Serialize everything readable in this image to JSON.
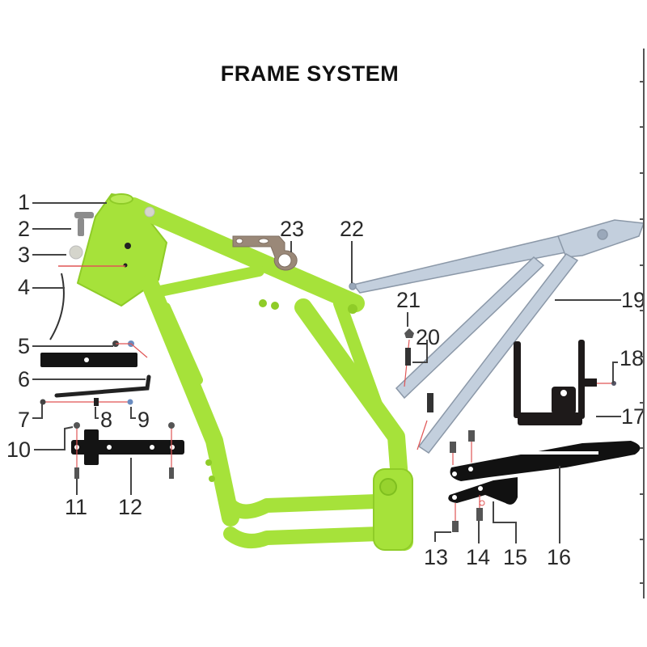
{
  "title": "FRAME SYSTEM",
  "colors": {
    "frame_green": "#a6e23a",
    "frame_green_dark": "#7fbf1f",
    "subframe_silver": "#b9c6d6",
    "subframe_dark": "#8b98a8",
    "bracket_black": "#141414",
    "bracket_bronze": "#9a8878",
    "leader_line": "#444444",
    "assembly_line": "#e05555"
  },
  "callouts": [
    {
      "id": "1",
      "label": "1",
      "part": "main-frame"
    },
    {
      "id": "2",
      "label": "2",
      "part": "steering-lock-bracket"
    },
    {
      "id": "3",
      "label": "3",
      "part": "rubber-cap"
    },
    {
      "id": "4",
      "label": "4",
      "part": "wire-clip"
    },
    {
      "id": "5",
      "label": "5",
      "part": "footrest-plate"
    },
    {
      "id": "6",
      "label": "6",
      "part": "rod"
    },
    {
      "id": "7",
      "label": "7",
      "part": "bolt"
    },
    {
      "id": "8",
      "label": "8",
      "part": "spacer"
    },
    {
      "id": "9",
      "label": "9",
      "part": "nut"
    },
    {
      "id": "10",
      "label": "10",
      "part": "nut"
    },
    {
      "id": "11",
      "label": "11",
      "part": "bolt"
    },
    {
      "id": "12",
      "label": "12",
      "part": "bracket-plate"
    },
    {
      "id": "13",
      "label": "13",
      "part": "bolt"
    },
    {
      "id": "14",
      "label": "14",
      "part": "bolt"
    },
    {
      "id": "15",
      "label": "15",
      "part": "washer"
    },
    {
      "id": "16",
      "label": "16",
      "part": "rear-grab-rail"
    },
    {
      "id": "17",
      "label": "17",
      "part": "battery-bracket"
    },
    {
      "id": "18",
      "label": "18",
      "part": "bolt"
    },
    {
      "id": "19",
      "label": "19",
      "part": "rear-subframe"
    },
    {
      "id": "20",
      "label": "20",
      "part": "bolt"
    },
    {
      "id": "21",
      "label": "21",
      "part": "nut"
    },
    {
      "id": "22",
      "label": "22",
      "part": "subframe-mount"
    },
    {
      "id": "23",
      "label": "23",
      "part": "mount-bracket"
    }
  ],
  "ruler": {
    "ticks": 12
  }
}
